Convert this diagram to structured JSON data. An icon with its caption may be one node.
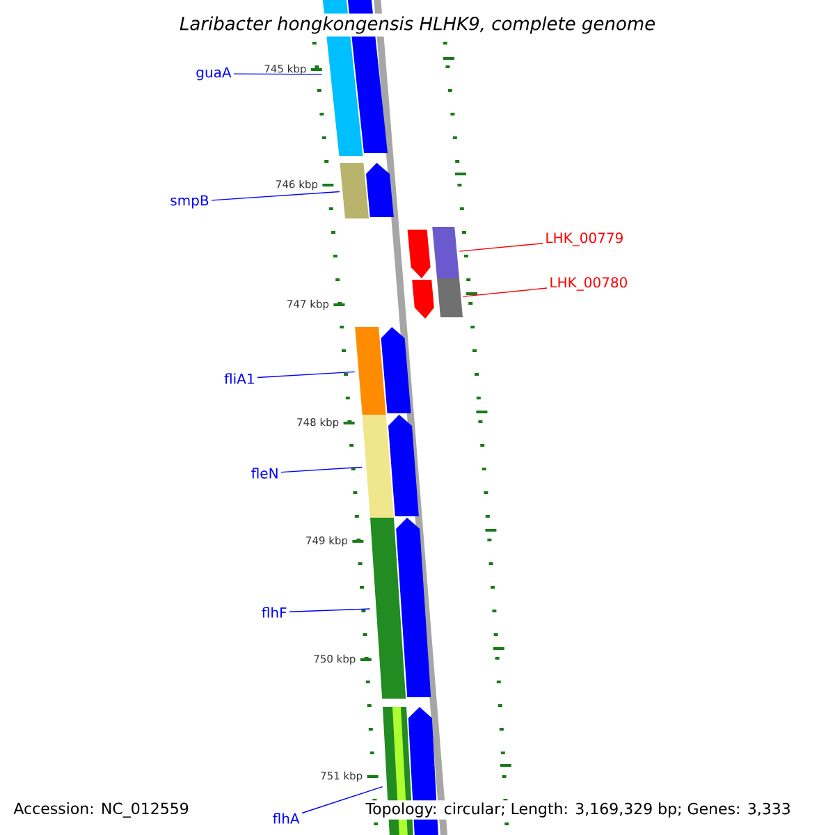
{
  "diagram": {
    "title": "Laribacter hongkongensis HLHK9, complete genome",
    "nodes": [
      {
        "text": [
          "guaA"
        ]
      },
      {
        "text": [
          "smpB"
        ]
      },
      {
        "text": [
          "LHK_00779"
        ]
      },
      {
        "text": [
          "LHK_00780"
        ]
      },
      {
        "text": [
          "fliA1"
        ]
      },
      {
        "text": [
          "fleN"
        ]
      },
      {
        "text": [
          "flhF"
        ]
      },
      {
        "text": [
          "flhA"
        ]
      },
      {
        "text": [],
        "shape": "bar"
      },
      {
        "text": [],
        "shape": "bar"
      },
      {
        "text": [],
        "shape": "bar"
      },
      {
        "text": [],
        "shape": "bar"
      },
      {
        "text": [],
        "shape": "bar"
      },
      {
        "text": [],
        "shape": "bar"
      },
      {
        "text": [],
        "shape": "bar"
      },
      {
        "text": [],
        "shape": "bar"
      },
      {
        "text": [],
        "shape": "arrow"
      },
      {
        "text": [],
        "shape": "arrow"
      },
      {
        "text": [],
        "shape": "arrow"
      },
      {
        "text": [],
        "shape": "arrow"
      },
      {
        "text": [],
        "shape": "arrow"
      },
      {
        "text": [],
        "shape": "arrow"
      },
      {
        "text": [],
        "shape": "arrow"
      },
      {
        "text": [],
        "shape": "arrow"
      }
    ],
    "edges": [
      {
        "from": 0,
        "to": 8,
        "arrow": "none"
      },
      {
        "from": 1,
        "to": 9,
        "arrow": "none"
      },
      {
        "from": 2,
        "to": 10,
        "arrow": "none",
        "color": "#ff0000"
      },
      {
        "from": 3,
        "to": 11,
        "arrow": "none",
        "color": "#ff0000"
      },
      {
        "from": 4,
        "to": 12,
        "arrow": "none"
      },
      {
        "from": 5,
        "to": 13,
        "arrow": "none"
      },
      {
        "from": 6,
        "to": 14,
        "arrow": "none"
      },
      {
        "from": 7,
        "to": 15,
        "arrow": "none"
      }
    ],
    "labels": [
      "745 kbp",
      "746 kbp",
      "747 kbp",
      "748 kbp",
      "749 kbp",
      "750 kbp",
      "751 kbp",
      "Accession: NC_012559",
      "Topology: circular; Length: 3,169,329 bp; Genes: 3,333"
    ]
  }
}
